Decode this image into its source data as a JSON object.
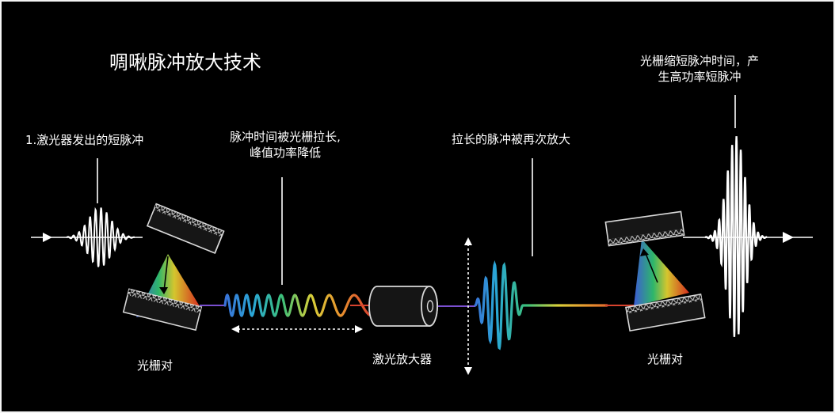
{
  "title": "啁啾脉冲放大技术",
  "labels": {
    "step1": "1.激光器发出的短脉冲",
    "stretched_line1": "脉冲时间被光栅拉长,",
    "stretched_line2": "峰值功率降低",
    "amplified": "拉长的脉冲被再次放大",
    "compressed_line1": "光栅缩短脉冲时间，产",
    "compressed_line2": "生高功率短脉冲",
    "grating_pair_left": "光栅对",
    "amplifier": "激光放大器",
    "grating_pair_right": "光栅对"
  },
  "colors": {
    "background": "#000000",
    "text": "#ffffff",
    "spectrum": [
      "#3a6fd8",
      "#2aa7d6",
      "#3cc07a",
      "#d8d03a",
      "#e8922e",
      "#d8432e"
    ]
  }
}
